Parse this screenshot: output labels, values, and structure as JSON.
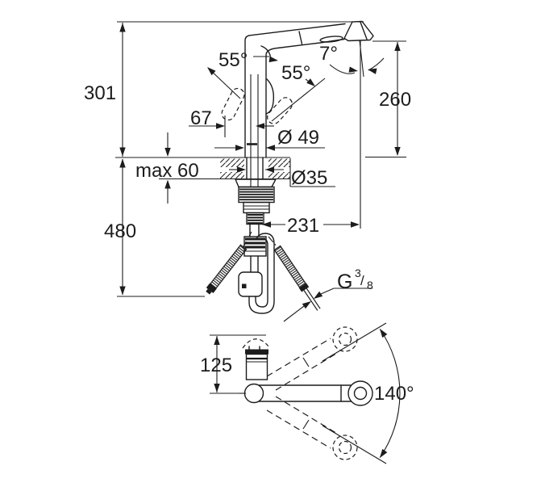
{
  "drawing": {
    "type": "technical-dimension-drawing",
    "subject": "kitchen faucet with pull-out spray, front elevation and top view",
    "line_color": "#1c1c1c",
    "labels": {
      "height_above_counter": "301",
      "height_below_counter": "480",
      "counter_thickness": "max 60",
      "handle_offset": "67",
      "handle_angle_left": "55°",
      "handle_angle_right": "55°",
      "spray_angle": "7°",
      "spout_height": "260",
      "body_diameter": "Ø 49",
      "hole_diameter": "Ø35",
      "spout_reach": "231",
      "thread_g": "G",
      "thread_sup": "3",
      "thread_slash": "/",
      "thread_sub": "8",
      "handle_depth": "125",
      "swivel_range": "140°"
    }
  }
}
